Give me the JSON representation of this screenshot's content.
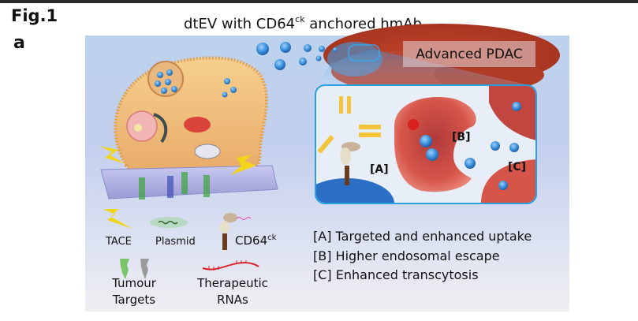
{
  "figure": {
    "label": "Fig.1",
    "panel_letter": "a",
    "title_prefix": "dtEV with CD64",
    "title_superscript": "ck",
    "title_suffix": " anchored hmAb"
  },
  "inset": {
    "location_label": "Advanced PDAC",
    "mechanism_tags": [
      "[A]",
      "[B]",
      "[C]"
    ]
  },
  "legend": {
    "items": [
      {
        "name": "tace",
        "label": "TACE",
        "icon": "lightning-bolt-icon",
        "color": "#f2d51a"
      },
      {
        "name": "plasmid",
        "label": "Plasmid",
        "icon": "plasmid-chain-icon",
        "color": "#4caf50"
      },
      {
        "name": "cd64",
        "label_prefix": "CD64",
        "label_superscript": "ck",
        "icon": "cd64-receptor-icon",
        "color": "#6b3b1e"
      },
      {
        "name": "tumour-targets",
        "label_line1": "Tumour",
        "label_line2": "Targets",
        "icon": "protein-targets-icon",
        "color": "#7cc46a"
      },
      {
        "name": "therapeutic-rnas",
        "label_line1": "Therapeutic",
        "label_line2": "RNAs",
        "icon": "rna-helix-icon",
        "color": "#d9252d"
      }
    ]
  },
  "mechanisms": [
    "[A] Targeted and enhanced uptake",
    "[B] Higher endosomal escape",
    "[C] Enhanced transcytosis"
  ],
  "colors": {
    "panel_bg_top": "#bcd2ec",
    "panel_bg_bottom": "#efeff2",
    "inset_border": "#2aa0e0",
    "cell_membrane": "#f3c27c",
    "tumour_cell": "#d94c3f",
    "ev_blue": "#3b8fd9"
  }
}
